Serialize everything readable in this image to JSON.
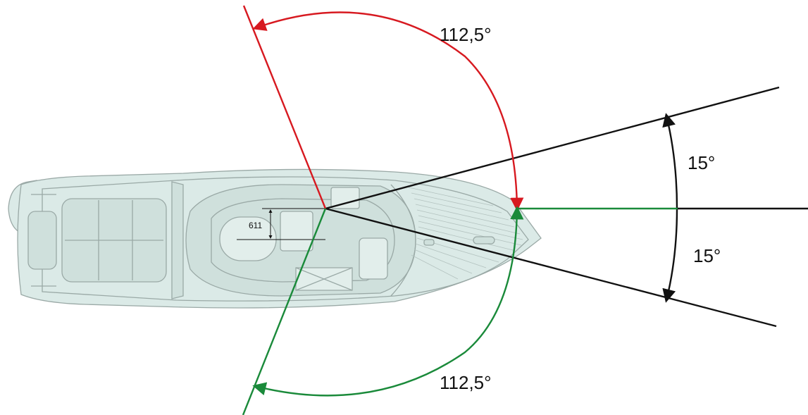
{
  "angles": {
    "port_sector": "112,5°",
    "starboard_sector": "112,5°",
    "upper_bow": "15°",
    "lower_bow": "15°"
  },
  "dimension": {
    "height": "611"
  },
  "colors": {
    "port": "#d71920",
    "starboard": "#1a8a3a",
    "masthead": "#111111",
    "hull_fill": "#dbeae7",
    "hull_stroke": "#9aa9a6"
  }
}
